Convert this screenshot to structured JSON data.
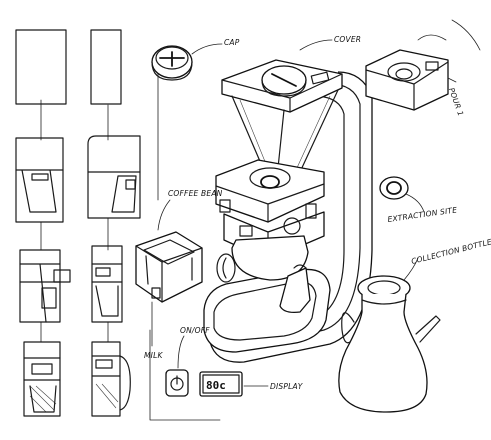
{
  "labels": {
    "cap": "CAP",
    "cover": "COVER",
    "pour": "POUR 1",
    "coffee_bean": "COFFEE BEAN",
    "extraction_site": "EXTRACTION SITE",
    "collection_bottle": "COLLECTION BOTTLE",
    "on_off": "ON/OFF",
    "milk": "MILK",
    "display": "DISPLAY",
    "display_value": "80c"
  }
}
